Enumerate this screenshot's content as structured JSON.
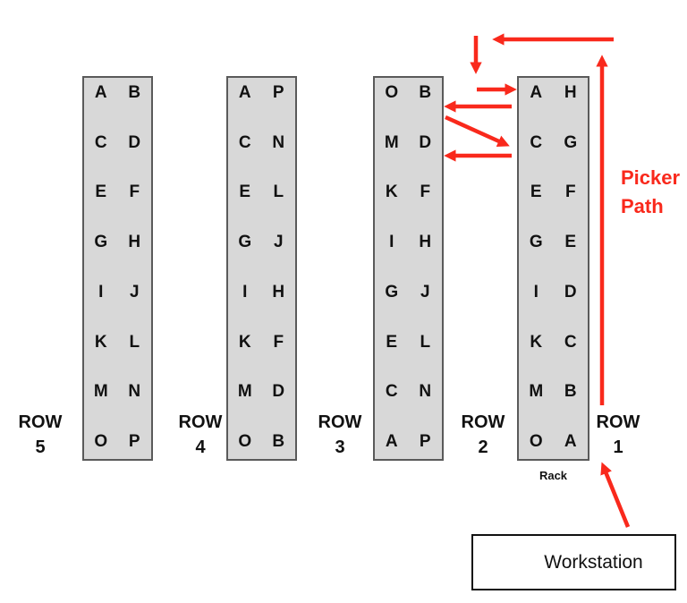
{
  "colors": {
    "red": "#f9291c",
    "rack_fill": "#d8d8d8",
    "rack_border": "#5a5a5a",
    "ink": "#151515"
  },
  "racks": [
    {
      "aisle": "ROW 5",
      "left": [
        "A",
        "C",
        "E",
        "G",
        "I",
        "K",
        "M",
        "O"
      ],
      "right": [
        "B",
        "D",
        "F",
        "H",
        "J",
        "L",
        "N",
        "P"
      ]
    },
    {
      "aisle": "ROW 4",
      "left": [
        "A",
        "C",
        "E",
        "G",
        "I",
        "K",
        "M",
        "O"
      ],
      "right": [
        "P",
        "N",
        "L",
        "J",
        "H",
        "F",
        "D",
        "B"
      ]
    },
    {
      "aisle": "ROW 3",
      "left": [
        "O",
        "M",
        "K",
        "I",
        "G",
        "E",
        "C",
        "A"
      ],
      "right": [
        "B",
        "D",
        "F",
        "H",
        "J",
        "L",
        "N",
        "P"
      ]
    },
    {
      "aisle": "ROW 1",
      "left": [
        "A",
        "C",
        "E",
        "G",
        "I",
        "K",
        "M",
        "O"
      ],
      "right": [
        "H",
        "G",
        "F",
        "E",
        "D",
        "C",
        "B",
        "A"
      ]
    }
  ],
  "row_labels": [
    {
      "word": "ROW",
      "number": "5"
    },
    {
      "word": "ROW",
      "number": "4"
    },
    {
      "word": "ROW",
      "number": "3"
    },
    {
      "word": "ROW",
      "number": "2"
    },
    {
      "word": "ROW",
      "number": "1"
    }
  ],
  "labels": {
    "picker_path_line1": "Picker",
    "picker_path_line2": "Path",
    "rack": "Rack",
    "workstation": "Workstation"
  }
}
